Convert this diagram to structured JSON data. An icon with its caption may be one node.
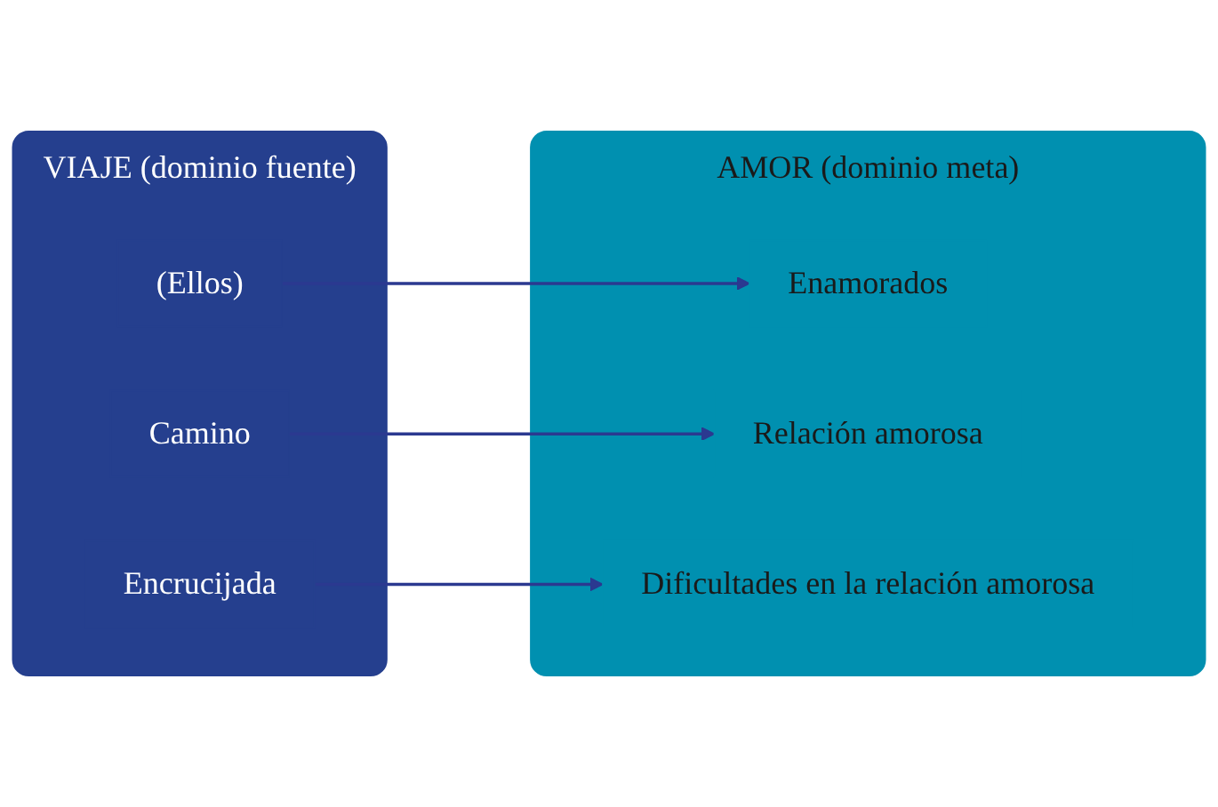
{
  "diagram": {
    "nodes": [
      {
        "text": [
          "VIAJE (dominio fuente)"
        ]
      },
      {
        "text": [
          "(Ellos)"
        ],
        "in": 0
      },
      {
        "text": [
          "Camino"
        ],
        "in": 0
      },
      {
        "text": [
          "Encrucijada"
        ],
        "in": 0
      },
      {
        "text": [
          "AMOR (dominio meta)"
        ]
      },
      {
        "text": [
          "Enamorados"
        ],
        "in": 4
      },
      {
        "text": [
          "Relación amorosa"
        ],
        "in": 4
      },
      {
        "text": [
          "Dificultades en la relación amorosa"
        ],
        "in": 4
      }
    ],
    "edges": [
      {
        "from": 1,
        "to": 5,
        "arrow": "to"
      },
      {
        "from": 2,
        "to": 6,
        "arrow": "to"
      },
      {
        "from": 3,
        "to": 7,
        "arrow": "to"
      }
    ]
  }
}
